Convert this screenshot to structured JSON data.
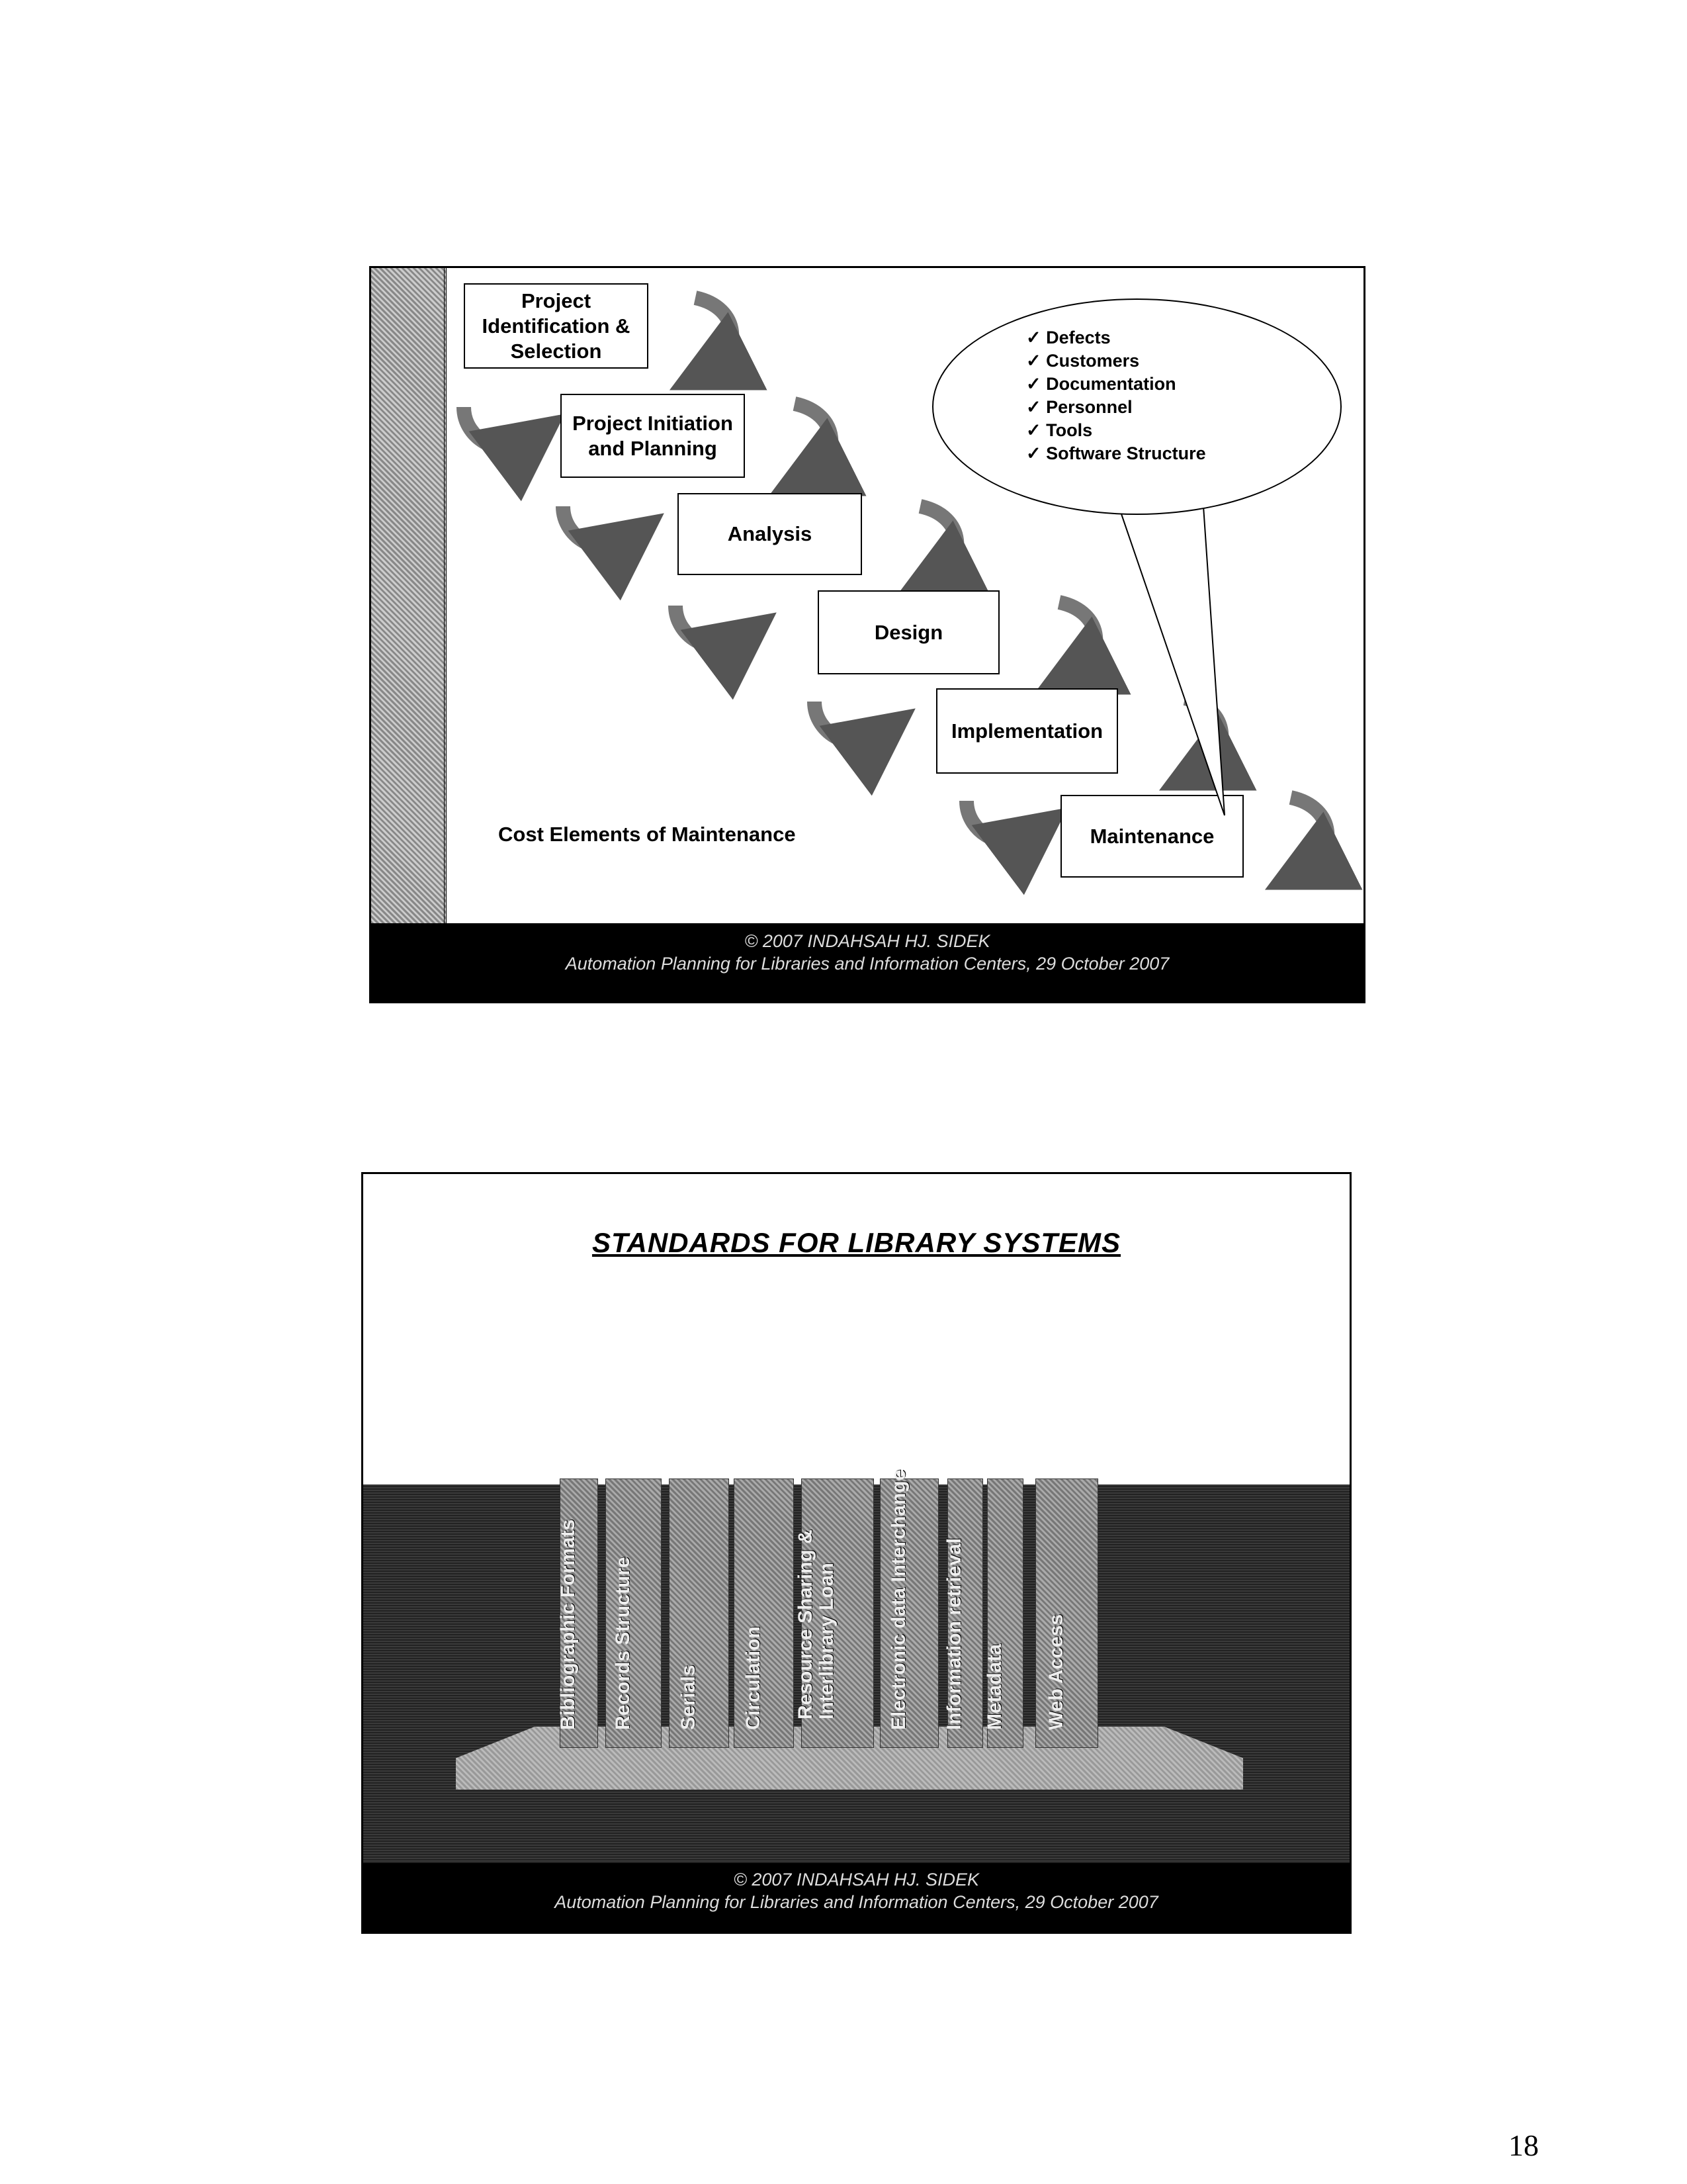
{
  "slide1": {
    "boxes": [
      "Project Identification & Selection",
      "Project Initiation and Planning",
      "Analysis",
      "Design",
      "Implementation",
      "Maintenance"
    ],
    "callout": [
      "✓ Defects",
      "✓ Customers",
      "✓ Documentation",
      "✓ Personnel",
      "✓ Tools",
      "✓ Software Structure"
    ],
    "caption": "Cost Elements of Maintenance",
    "footer": {
      "line1": "© 2007 INDAHSAH HJ. SIDEK",
      "line2": "Automation Planning for Libraries and Information Centers, 29 October 2007"
    }
  },
  "slide2": {
    "title": "STANDARDS FOR LIBRARY SYSTEMS",
    "books": [
      "Bibliographic Formats",
      "Records Structure",
      "Serials",
      "Circulation",
      "Resource Sharing & Interlibrary Loan",
      "Electronic data Interchange",
      "Information retrieval",
      "Metadata",
      "Web Access"
    ],
    "footer": {
      "line1": "© 2007 INDAHSAH HJ. SIDEK",
      "line2": "Automation Planning for Libraries and Information Centers, 29 October 2007"
    }
  },
  "page_number": "18"
}
